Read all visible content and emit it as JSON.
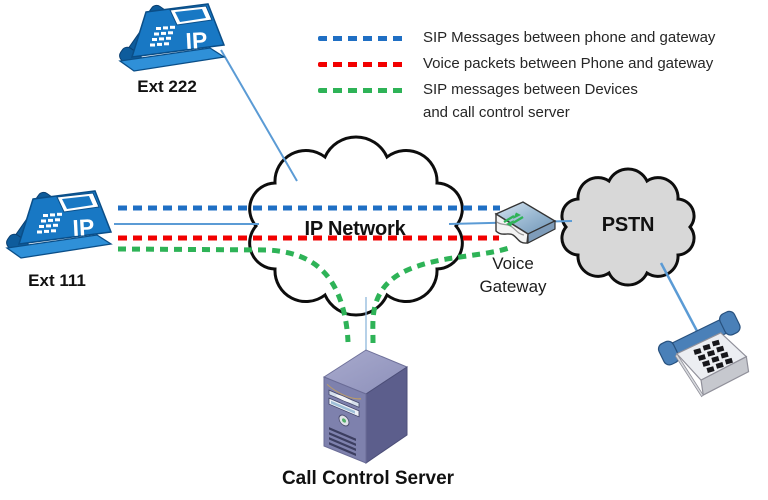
{
  "legend": {
    "items": [
      {
        "id": "sip-phone-gateway",
        "color": "#1F6FC4",
        "style": "dashed",
        "lines": [
          "SIP Messages between phone and gateway"
        ]
      },
      {
        "id": "voice-packets",
        "color": "#F20000",
        "style": "dashed",
        "lines": [
          "Voice packets between Phone and gateway"
        ]
      },
      {
        "id": "sip-devices-server",
        "color": "#2EB357",
        "style": "dashed",
        "lines": [
          "SIP messages between Devices",
          "and call control server"
        ]
      }
    ]
  },
  "nodes": {
    "phone_ext222": {
      "label": "Ext 222",
      "type": "ip-phone"
    },
    "phone_ext111": {
      "label": "Ext 111",
      "type": "ip-phone"
    },
    "ip_network": {
      "label": "IP Network",
      "type": "cloud"
    },
    "voice_gateway": {
      "lines": [
        "Voice",
        "Gateway"
      ],
      "type": "router"
    },
    "pstn": {
      "label": "PSTN",
      "type": "cloud"
    },
    "call_control_server": {
      "label": "Call Control Server",
      "type": "server"
    },
    "analog_phone": {
      "label": "",
      "type": "analog-phone"
    }
  },
  "badges": {
    "ip_logo": "IP"
  },
  "colors": {
    "sip_phone_gateway_dash": "#1F6FC4",
    "voice_packets_dash": "#F20000",
    "sip_server_dash": "#2EB357",
    "solid_link": "#5B9BD5",
    "ip_cloud_fill": "#FFFFFF",
    "pstn_cloud_fill": "#D8D8D8",
    "cloud_stroke": "#0D0D0D",
    "phone_blue": "#1878C4",
    "server_purple": "#7E81AD"
  }
}
